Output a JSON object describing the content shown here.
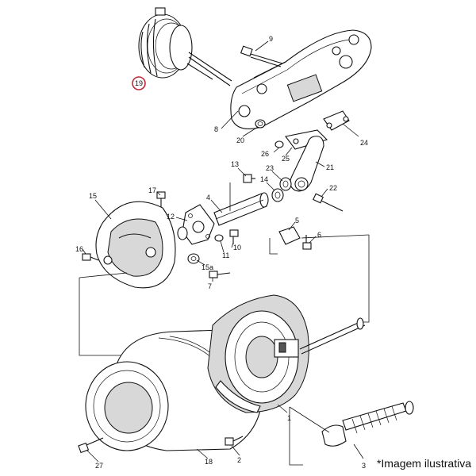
{
  "caption": "*Imagem ilustrativa",
  "highlighted_part": "19",
  "highlight_color": "#c0283a",
  "part_numbers": {
    "p1": "1",
    "p2": "2",
    "p3": "3",
    "p4": "4",
    "p5": "5",
    "p6": "6",
    "p7": "7",
    "p8": "8",
    "p9": "9",
    "p10": "10",
    "p11": "11",
    "p12": "12",
    "p13": "13",
    "p14": "14",
    "p15": "15",
    "p15a": "15a",
    "p16": "16",
    "p17": "17",
    "p18": "18",
    "p19": "19",
    "p20": "20",
    "p21": "21",
    "p22": "22",
    "p23": "23",
    "p24": "24",
    "p25": "25",
    "p26": "26",
    "p27": "27"
  }
}
